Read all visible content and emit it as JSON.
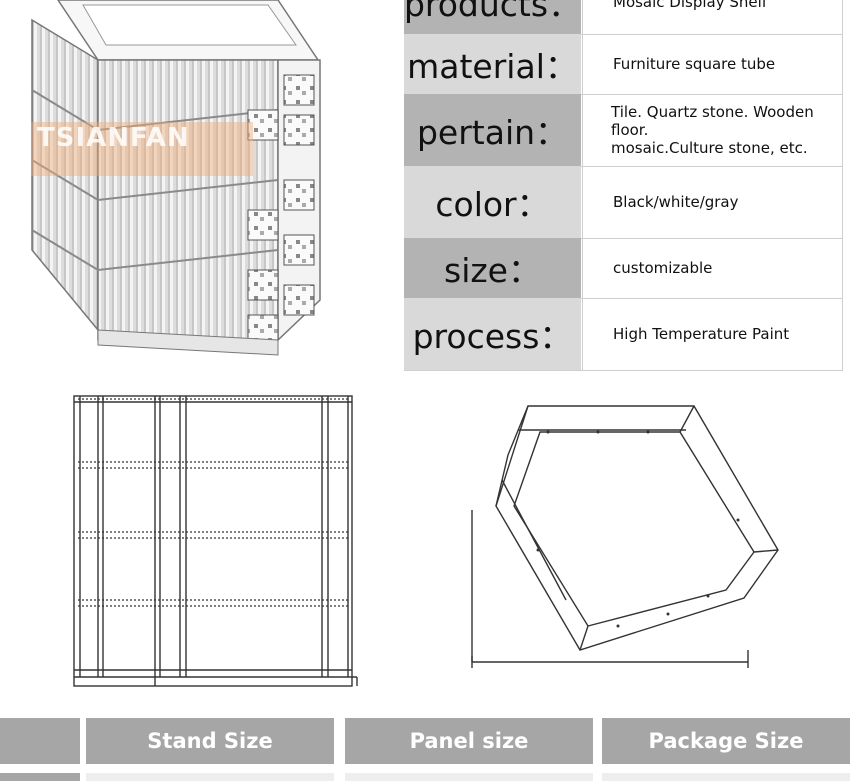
{
  "spec": [
    {
      "label": "products：",
      "value": "Mosaic Display Shelf"
    },
    {
      "label": "material：",
      "value": "Furniture square tube"
    },
    {
      "label": "pertain：",
      "value": "Tile. Quartz stone. Wooden floor.\nmosaic.Culture stone, etc."
    },
    {
      "label": "color：",
      "value": "Black/white/gray"
    },
    {
      "label": "size：",
      "value": "customizable"
    },
    {
      "label": "process：",
      "value": "High Temperature Paint"
    }
  ],
  "watermark": "TSIANFAN",
  "headers": {
    "stand_size": "Stand Size",
    "panel_size": "Panel size",
    "package_size": "Package Size"
  }
}
